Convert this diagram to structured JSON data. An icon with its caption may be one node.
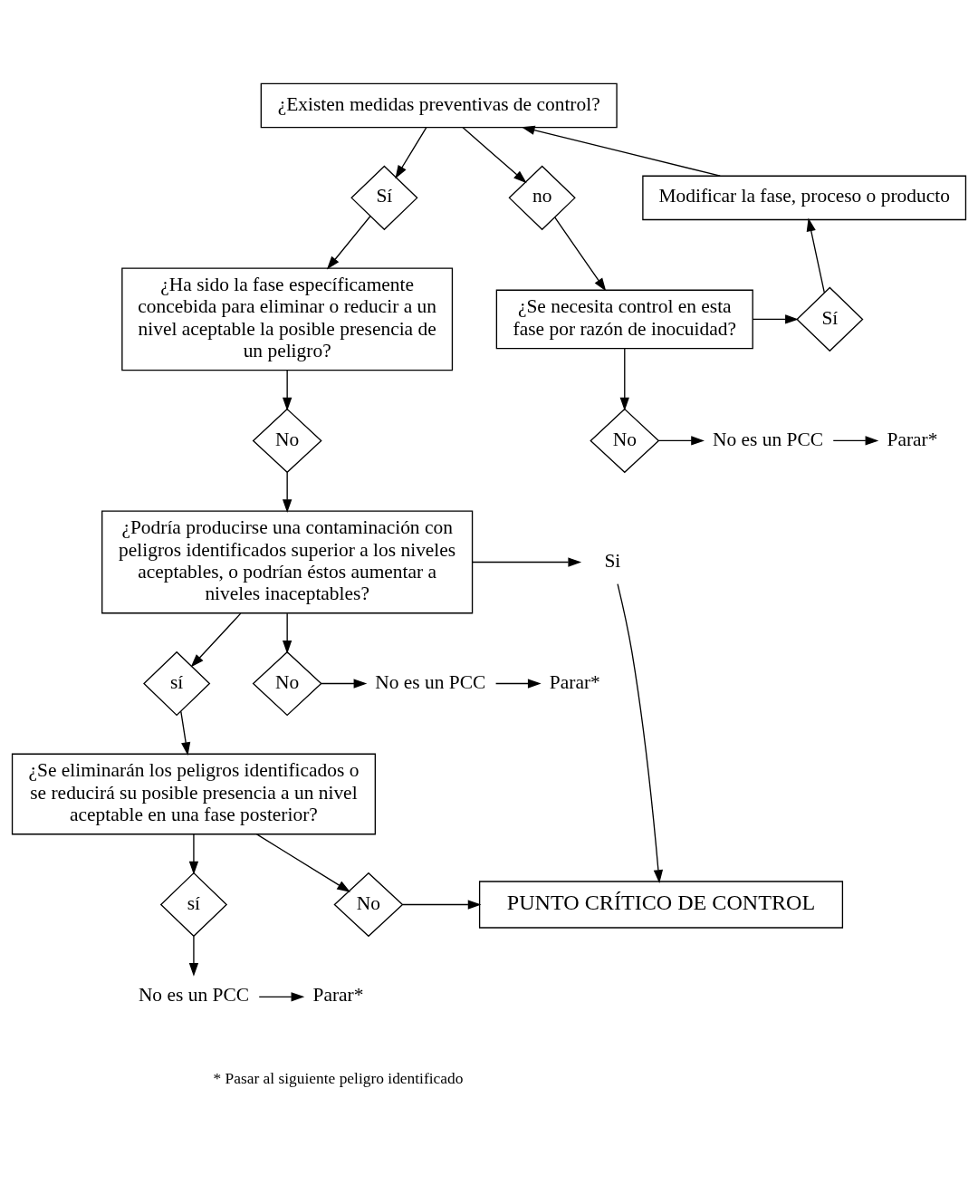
{
  "diagram": {
    "nodes": [
      {
        "text": [
          "¿Existen medidas preventivas de control?"
        ]
      },
      {
        "text": [
          "Sí"
        ]
      },
      {
        "text": [
          "no"
        ]
      },
      {
        "text": [
          "Modificar la fase, proceso o producto"
        ]
      },
      {
        "text": [
          "¿Se necesita control en esta fase por razón de inocuidad?"
        ]
      },
      {
        "text": [
          "Sí"
        ]
      },
      {
        "text": [
          "No"
        ]
      },
      {
        "text": [
          "No es un PCC"
        ]
      },
      {
        "text": [
          "Parar*"
        ]
      },
      {
        "text": [
          "¿Ha sido la fase específicamente concebida para eliminar o reducir a un nivel aceptable la posible presencia de un peligro?"
        ]
      },
      {
        "text": [
          "No"
        ]
      },
      {
        "text": [
          "¿Podría producirse una contaminación con peligros identificados superior a los niveles aceptables, o podrían éstos aumentar a niveles inaceptables?"
        ]
      },
      {
        "text": [
          "Si"
        ]
      },
      {
        "text": [
          "sí"
        ]
      },
      {
        "text": [
          "No"
        ]
      },
      {
        "text": [
          "No es un PCC"
        ]
      },
      {
        "text": [
          "Parar*"
        ]
      },
      {
        "text": [
          "¿Se eliminarán los peligros identificados o se reducirá su posible presencia a un nivel aceptable en una fase posterior?"
        ]
      },
      {
        "text": [
          "sí"
        ]
      },
      {
        "text": [
          "No"
        ]
      },
      {
        "text": [
          "PUNTO CRÍTICO DE CONTROL"
        ]
      },
      {
        "text": [
          "No es un PCC"
        ]
      },
      {
        "text": [
          "Parar*"
        ]
      }
    ],
    "edges": [
      {
        "from": 0,
        "to": 1,
        "arrow": "to"
      },
      {
        "from": 0,
        "to": 2,
        "arrow": "to"
      },
      {
        "from": 1,
        "to": 9,
        "arrow": "to"
      },
      {
        "from": 2,
        "to": 4,
        "arrow": "to"
      },
      {
        "from": 4,
        "to": 5,
        "arrow": "to"
      },
      {
        "from": 5,
        "to": 3,
        "arrow": "to"
      },
      {
        "from": 3,
        "to": 0,
        "arrow": "to"
      },
      {
        "from": 4,
        "to": 6,
        "arrow": "to"
      },
      {
        "from": 6,
        "to": 7,
        "arrow": "to"
      },
      {
        "from": 7,
        "to": 8,
        "arrow": "to"
      },
      {
        "from": 9,
        "to": 10,
        "arrow": "to"
      },
      {
        "from": 10,
        "to": 11,
        "arrow": "to"
      },
      {
        "from": 11,
        "to": 12,
        "arrow": "to"
      },
      {
        "from": 12,
        "to": 20,
        "arrow": "to"
      },
      {
        "from": 11,
        "to": 13,
        "arrow": "to"
      },
      {
        "from": 11,
        "to": 14,
        "arrow": "to"
      },
      {
        "from": 14,
        "to": 15,
        "arrow": "to"
      },
      {
        "from": 15,
        "to": 16,
        "arrow": "to"
      },
      {
        "from": 13,
        "to": 17,
        "arrow": "to"
      },
      {
        "from": 17,
        "to": 18,
        "arrow": "to"
      },
      {
        "from": 17,
        "to": 19,
        "arrow": "to"
      },
      {
        "from": 19,
        "to": 20,
        "arrow": "to"
      },
      {
        "from": 18,
        "to": 21,
        "arrow": "to"
      },
      {
        "from": 21,
        "to": 22,
        "arrow": "to"
      }
    ],
    "labels": [
      "* Pasar al siguiente peligro identificado"
    ]
  }
}
